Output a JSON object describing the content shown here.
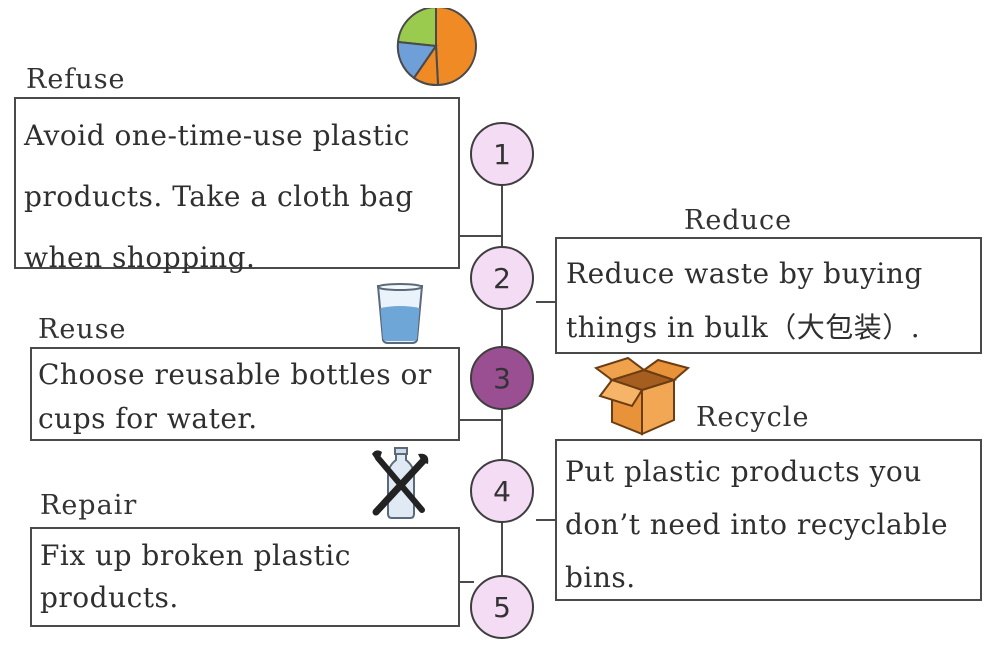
{
  "colors": {
    "step_fill": "#f3dcf4",
    "step_active_fill": "#9a4f92",
    "line": "#4a4a4a"
  },
  "steps": [
    {
      "number": "1",
      "heading": "Refuse",
      "text": "Avoid one-time-use plastic\nproducts. Take a cloth bag\nwhen shopping.",
      "icon": "pie-chart-icon"
    },
    {
      "number": "2",
      "heading": "Reduce",
      "text": "Reduce waste by buying\nthings in bulk（大包装）.",
      "icon": ""
    },
    {
      "number": "3",
      "heading": "Reuse",
      "text": "Choose reusable bottles or\ncups for water.",
      "icon": "water-glass-icon",
      "active": true
    },
    {
      "number": "4",
      "heading": "Recycle",
      "text": "Put plastic products you\ndon’t need into recyclable\nbins.",
      "icon": "cardboard-box-icon"
    },
    {
      "number": "5",
      "heading": "Repair",
      "text": "Fix up broken plastic\nproducts.",
      "icon": "bottle-tools-icon"
    }
  ]
}
